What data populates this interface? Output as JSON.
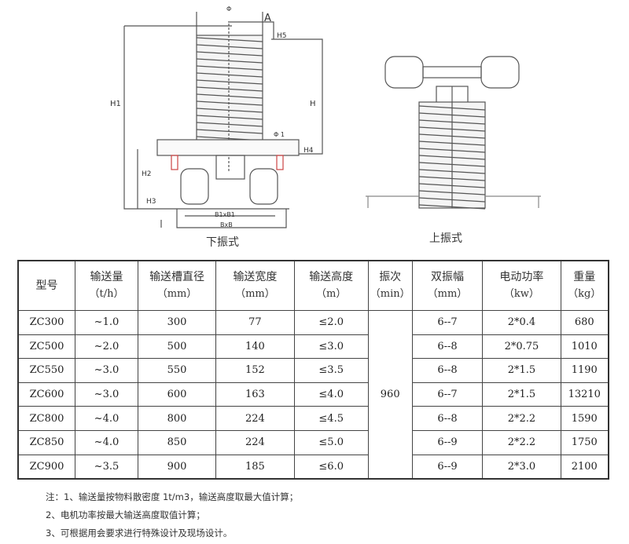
{
  "diagram_lower": {
    "caption": "下振式",
    "labels": {
      "phi": "Φ",
      "a": "A",
      "h5": "H5",
      "h1": "H1",
      "h": "H",
      "phi1": "Φ 1",
      "h4": "H4",
      "h2": "H2",
      "h3": "H3",
      "b1": "B1xB1",
      "b": "BxB"
    }
  },
  "diagram_upper": {
    "caption": "上振式"
  },
  "table": {
    "headers": [
      {
        "name": "型号",
        "unit": ""
      },
      {
        "name": "输送量",
        "unit": "（t/h）"
      },
      {
        "name": "输送槽直径",
        "unit": "（mm）"
      },
      {
        "name": "输送宽度",
        "unit": "（mm）"
      },
      {
        "name": "输送高度",
        "unit": "（m）"
      },
      {
        "name": "振次",
        "unit": "（min）"
      },
      {
        "name": "双振幅",
        "unit": "（mm）"
      },
      {
        "name": "电动功率",
        "unit": "（kw）"
      },
      {
        "name": "重量",
        "unit": "（kg）"
      }
    ],
    "vibration_freq": "960",
    "rows": [
      [
        "ZC300",
        "~1.0",
        "300",
        "77",
        "≤2.0",
        "6--7",
        "2*0.4",
        "680"
      ],
      [
        "ZC500",
        "~2.0",
        "500",
        "140",
        "≤3.0",
        "6--8",
        "2*0.75",
        "1010"
      ],
      [
        "ZC550",
        "~3.0",
        "550",
        "152",
        "≤3.5",
        "6--8",
        "2*1.5",
        "1190"
      ],
      [
        "ZC600",
        "~3.0",
        "600",
        "163",
        "≤4.0",
        "6--7",
        "2*1.5",
        "13210"
      ],
      [
        "ZC800",
        "~4.0",
        "800",
        "224",
        "≤4.5",
        "6--8",
        "2*2.2",
        "1590"
      ],
      [
        "ZC850",
        "~4.0",
        "850",
        "224",
        "≤5.0",
        "6--9",
        "2*2.2",
        "1750"
      ],
      [
        "ZC900",
        "~3.5",
        "900",
        "185",
        "≤6.0",
        "6--9",
        "2*3.0",
        "2100"
      ]
    ]
  },
  "notes": [
    "注：1、输送量按物料散密度 1t/m3，输送高度取最大值计算；",
    "2、电机功率按最大输送高度取值计算；",
    "3、可根据用会要求进行特殊设计及现场设计。"
  ]
}
